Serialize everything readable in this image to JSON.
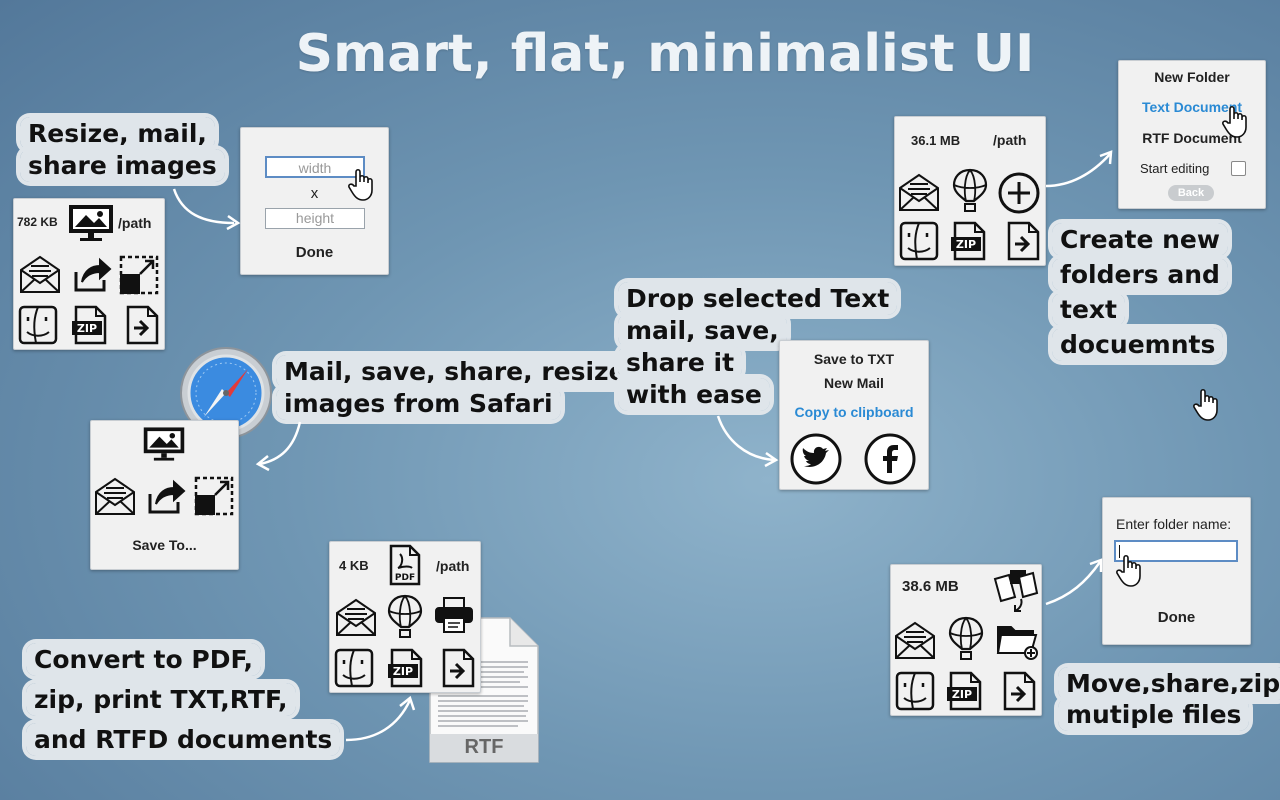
{
  "title": "Smart, flat, minimalist UI",
  "captions": {
    "resize": [
      "Resize, mail,",
      "share  images"
    ],
    "safari": [
      "Mail, save, share, resize",
      "images from Safari"
    ],
    "convert": [
      "Convert to PDF,",
      "zip, print TXT,RTF,",
      "and RTFD documents"
    ],
    "drop_text": [
      "Drop selected Text",
      "mail, save,",
      "share it",
      "with ease"
    ],
    "create": [
      "Create new",
      "folders and",
      "text docuemnts"
    ],
    "move": [
      "Move,share,zip",
      "mutiple files"
    ]
  },
  "resize_dialog": {
    "width_placeholder": "width",
    "times": "x",
    "height_placeholder": "height",
    "done_label": "Done"
  },
  "image_panel": {
    "size": "782 KB",
    "path": "/path"
  },
  "safari_panel": {
    "save_to_label": "Save To..."
  },
  "doc_panel": {
    "size": "4 KB",
    "path": "/path",
    "rtf_label": "RTF",
    "pdf_label": "PDF",
    "zip_label": "ZIP"
  },
  "text_menu": {
    "save_txt": "Save to TXT",
    "new_mail": "New Mail",
    "copy_clipboard": "Copy to clipboard"
  },
  "folder_panel": {
    "size": "36.1 MB",
    "path": "/path"
  },
  "new_menu": {
    "new_folder": "New Folder",
    "text_document": "Text Document",
    "rtf_document": "RTF Document",
    "start_editing": "Start editing",
    "back": "Back"
  },
  "multi_panel": {
    "size": "38.6 MB"
  },
  "folder_name_dialog": {
    "prompt": "Enter folder name:",
    "done_label": "Done"
  },
  "colors": {
    "accent_blue": "#2a8ad4",
    "background": "#6f96b3"
  }
}
